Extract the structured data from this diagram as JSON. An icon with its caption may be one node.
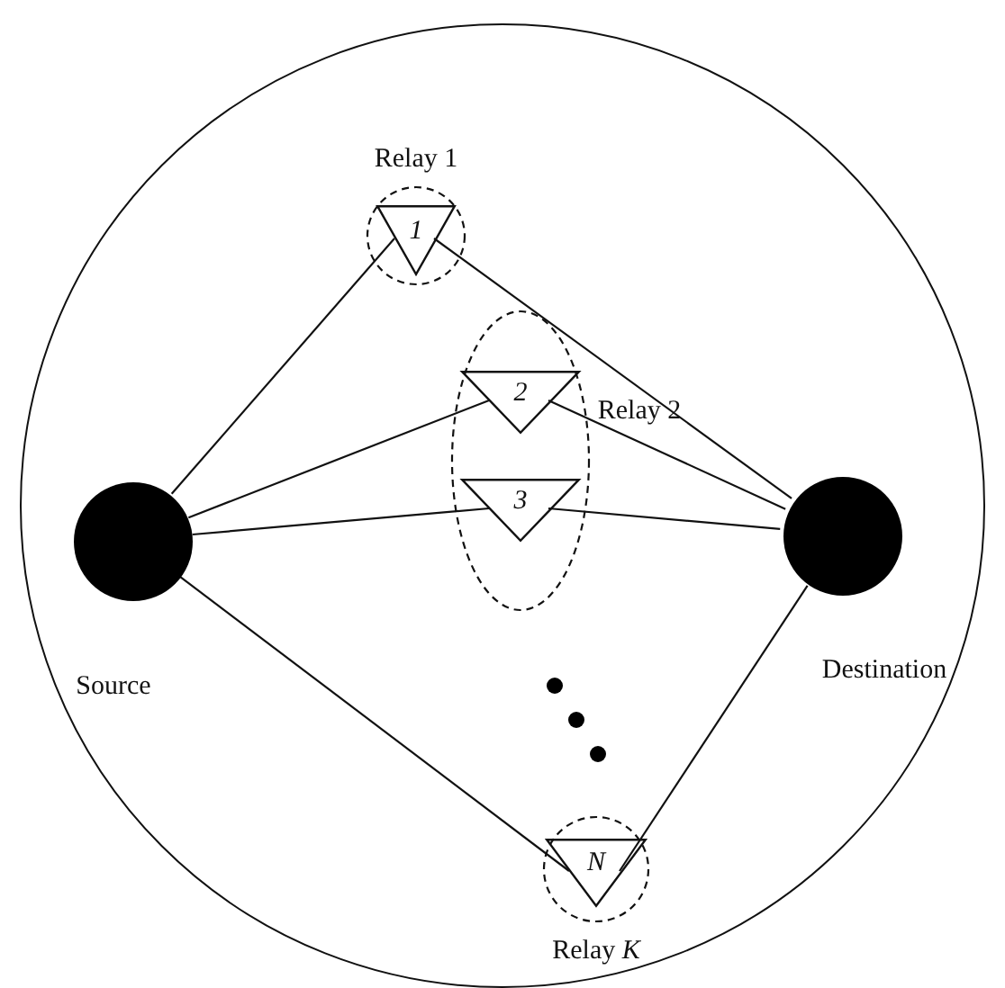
{
  "diagram": {
    "nodes": [
      {
        "text": [],
        "shape": "circle"
      },
      {
        "text": [],
        "shape": "circle",
        "in": 0,
        "beside": [
          "Source"
        ]
      },
      {
        "text": [
          "Relay 1"
        ],
        "in": 0
      },
      {
        "text": [
          "1"
        ],
        "in": 2
      },
      {
        "text": [
          "Relay 2"
        ],
        "in": 0
      },
      {
        "text": [
          "2"
        ],
        "in": 4
      },
      {
        "text": [
          "3"
        ],
        "in": 4
      },
      {
        "text": [
          "Relay *K*"
        ],
        "in": 0
      },
      {
        "text": [
          "N"
        ],
        "in": 7
      },
      {
        "text": [],
        "shape": "circle",
        "in": 0,
        "beside": [
          "Destination"
        ]
      }
    ],
    "edges": [
      {
        "from": 1,
        "to": 3,
        "arrow": "none"
      },
      {
        "from": 1,
        "to": 5,
        "arrow": "none"
      },
      {
        "from": 1,
        "to": 6,
        "arrow": "none"
      },
      {
        "from": 1,
        "to": 8,
        "arrow": "none"
      },
      {
        "from": 3,
        "to": 9,
        "arrow": "none"
      },
      {
        "from": 5,
        "to": 9,
        "arrow": "none"
      },
      {
        "from": 6,
        "to": 9,
        "arrow": "none"
      },
      {
        "from": 8,
        "to": 9,
        "arrow": "none"
      }
    ]
  }
}
